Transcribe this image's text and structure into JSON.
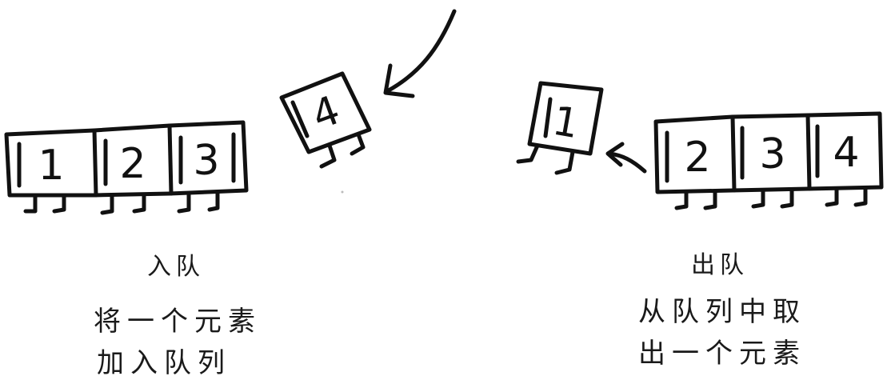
{
  "enqueue": {
    "queue_items": [
      "1",
      "2",
      "3"
    ],
    "incoming_item": "4",
    "title": "入队",
    "description_line1": "将一个元素",
    "description_line2": "加入队列"
  },
  "dequeue": {
    "outgoing_item": "1",
    "queue_items": [
      "2",
      "3",
      "4"
    ],
    "title": "出队",
    "description_line1": "从队列中取",
    "description_line2": "出一个元素"
  }
}
